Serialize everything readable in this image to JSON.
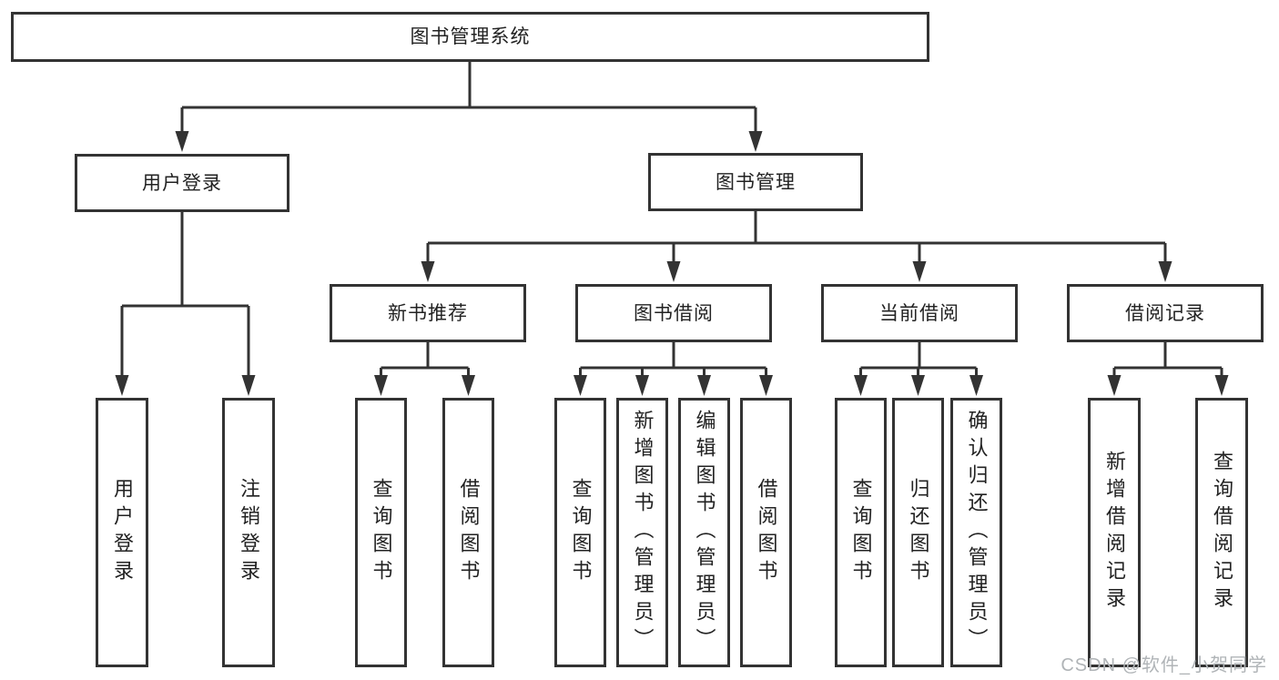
{
  "diagram": {
    "root": "图书管理系统",
    "branches": {
      "user_login": "用户登录",
      "book_management": "图书管理"
    },
    "sections": {
      "new_book_recommend": "新书推荐",
      "book_borrowing": "图书借阅",
      "current_borrowing": "当前借阅",
      "borrowing_records": "借阅记录"
    },
    "leaves": {
      "user_login": [
        "用户登录",
        "注销登录"
      ],
      "new_book_recommend": [
        "查询图书",
        "借阅图书"
      ],
      "book_borrowing": [
        "查询图书",
        "新增图书（管理员）",
        "编辑图书（管理员）",
        "借阅图书"
      ],
      "current_borrowing": [
        "查询图书",
        "归还图书",
        "确认归还（管理员）"
      ],
      "borrowing_records": [
        "新增借阅记录",
        "查询借阅记录"
      ]
    }
  },
  "watermark": "CSDN @软件_小贺同学",
  "colors": {
    "line": "#333333",
    "text": "#222222",
    "watermark": "#b0b4b7",
    "background": "#ffffff"
  }
}
